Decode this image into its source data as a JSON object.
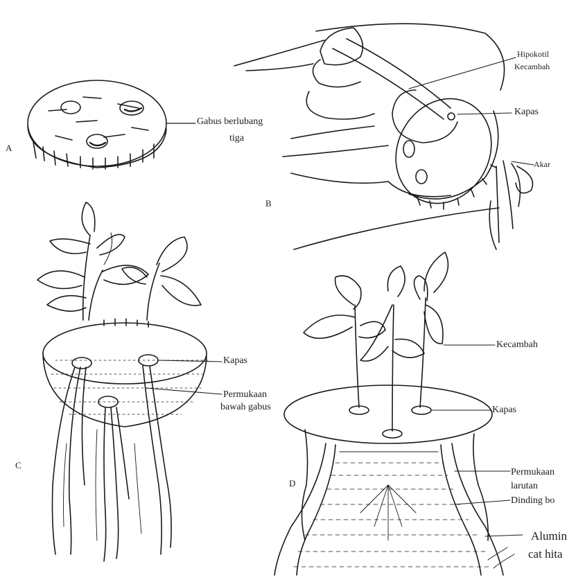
{
  "panels": {
    "a": {
      "letter": "A",
      "label_line1": "Gabus berlubang",
      "label_line2": "tiga"
    },
    "b": {
      "letter": "B",
      "hypocotyl_line1": "Hipokotil",
      "hypocotyl_line2": "Kecambah",
      "cotton": "Kapas",
      "root": "Akar"
    },
    "c": {
      "letter": "C",
      "cotton": "Kapas",
      "surface_line1": "Permukaan",
      "surface_line2": "bawah gabus"
    },
    "d": {
      "letter": "D",
      "sprout": "Kecambah",
      "cotton": "Kapas",
      "solution_line1": "Permukaan",
      "solution_line2": "larutan",
      "bottle_wall": "Dinding bo",
      "foil_line1": "Alumin",
      "foil_line2": "cat hita"
    }
  },
  "colors": {
    "ink": "#1a1a1a",
    "paper": "#ffffff",
    "accent": "#d23a2a"
  }
}
